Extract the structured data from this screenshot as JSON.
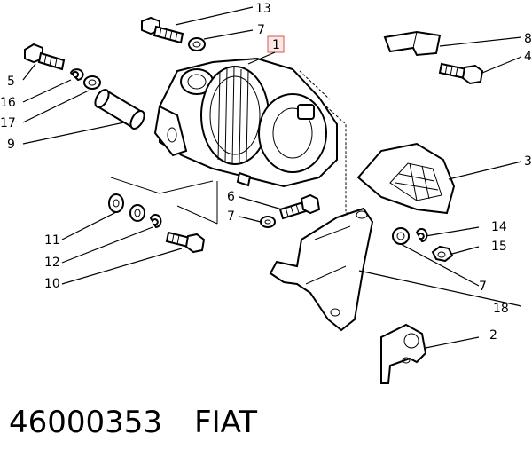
{
  "callouts": {
    "c13": "13",
    "c7a": "7",
    "c1": "1",
    "c8": "8",
    "c5": "5",
    "c4": "4",
    "c16": "16",
    "c17": "17",
    "c9": "9",
    "c3": "3",
    "c6": "6",
    "c7b": "7",
    "c14": "14",
    "c15": "15",
    "c11": "11",
    "c12": "12",
    "c10": "10",
    "c7c": "7",
    "c18": "18",
    "c2": "2"
  },
  "footer": {
    "part_number": "46000353",
    "brand": "FIAT"
  },
  "colors": {
    "highlight_fill": "#fde8e8",
    "highlight_stroke": "#d9534f"
  }
}
